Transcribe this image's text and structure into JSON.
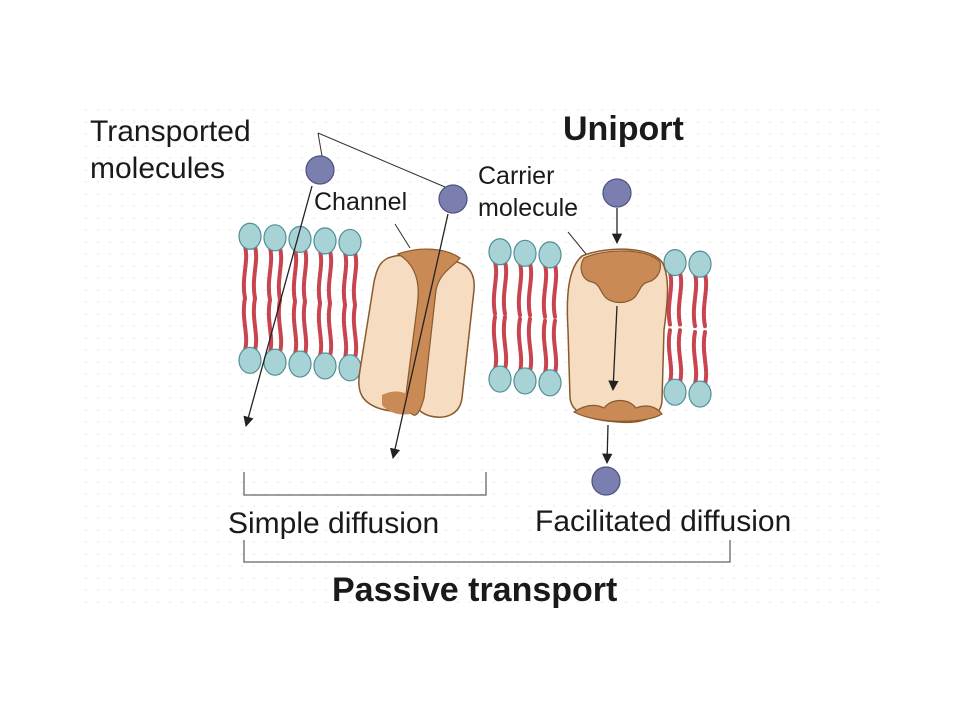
{
  "labels": {
    "transported_molecules_line1": "Transported",
    "transported_molecules_line2": "molecules",
    "uniport": "Uniport",
    "channel": "Channel",
    "carrier_line1": "Carrier",
    "carrier_line2": "molecule",
    "simple_diffusion": "Simple diffusion",
    "facilitated_diffusion": "Facilitated diffusion",
    "passive_transport": "Passive transport"
  },
  "colors": {
    "molecule": "#7b7fb0",
    "head": "#a8d3d6",
    "tail": "#c8444f",
    "channel_protein": "#f6dcc0",
    "channel_shade": "#c98a55"
  }
}
